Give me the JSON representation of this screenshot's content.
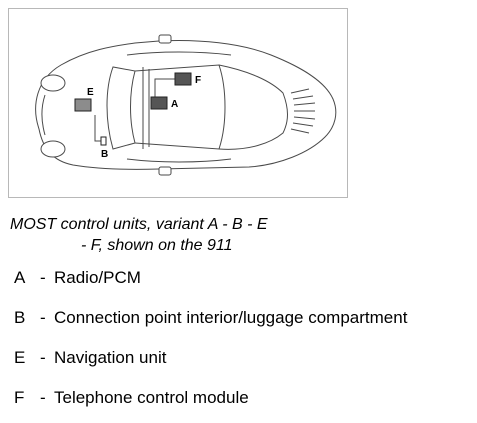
{
  "figure": {
    "callouts": {
      "a": "A",
      "b": "B",
      "e": "E",
      "f": "F"
    },
    "colors": {
      "outline": "#4a4a4a",
      "unit_dark": "#555555",
      "unit_mid": "#8c8c8c",
      "frame": "#b8b8b8"
    }
  },
  "caption": {
    "line1": "MOST control units, variant A - B - E",
    "line2": "- F, shown on the 911"
  },
  "legend": [
    {
      "key": "A",
      "dash": "-",
      "text": "Radio/PCM"
    },
    {
      "key": "B",
      "dash": "-",
      "text": "Connection point interior/luggage compartment"
    },
    {
      "key": "E",
      "dash": "-",
      "text": "Navigation unit"
    },
    {
      "key": "F",
      "dash": "-",
      "text": "Telephone control module"
    }
  ]
}
